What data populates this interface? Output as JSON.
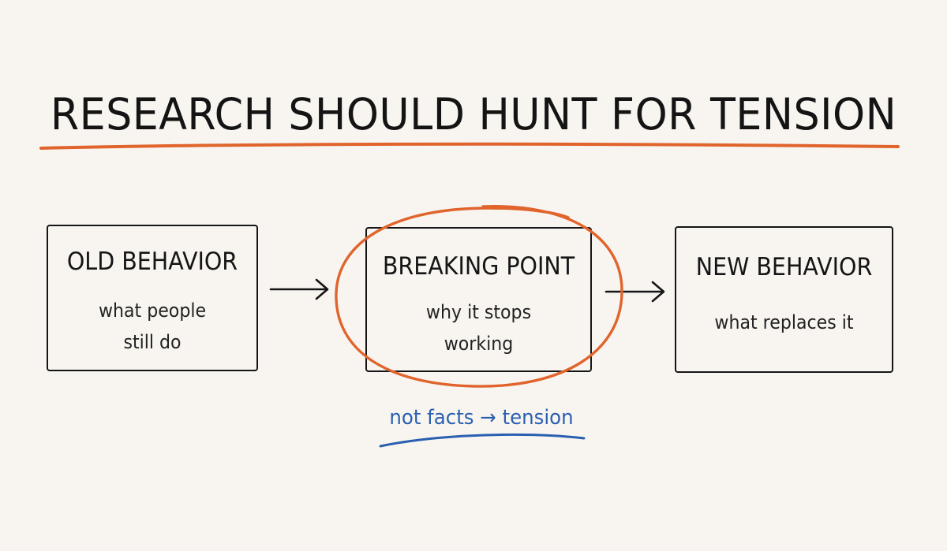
{
  "diagram": {
    "title": "RESEARCH SHOULD HUNT FOR TENSION",
    "boxes": [
      {
        "title": "OLD BEHAVIOR",
        "subtitle": "what people\nstill do"
      },
      {
        "title": "BREAKING POINT",
        "subtitle": "why it stops\nworking"
      },
      {
        "title": "NEW BEHAVIOR",
        "subtitle": "what replaces it"
      }
    ],
    "annotation": "not facts → tension",
    "colors": {
      "ink": "#151515",
      "accent_orange": "#e0642c",
      "accent_blue": "#2a5fb0",
      "background": "#f8f5f1"
    },
    "highlight": "BREAKING POINT circled in orange"
  }
}
